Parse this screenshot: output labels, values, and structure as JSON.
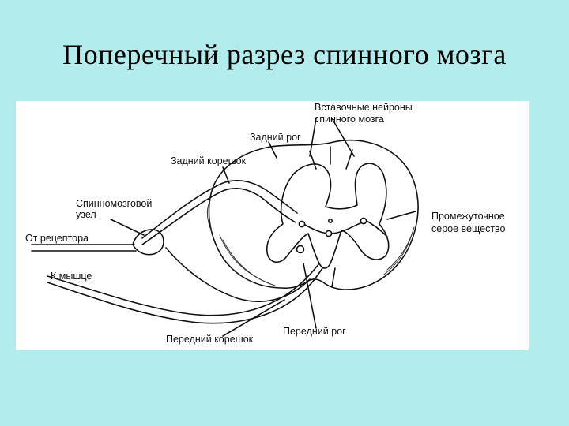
{
  "slide": {
    "title": "Поперечный разрез спинного мозга"
  },
  "diagram": {
    "labels": {
      "interneurons_line1": "Вставочные нейроны",
      "interneurons_line2": "спинного мозга",
      "dorsal_horn": "Задний рог",
      "dorsal_root": "Задний корешок",
      "spinal_ganglion_line1": "Спинномозговой",
      "spinal_ganglion_line2": "узел",
      "from_receptor": "От рецептора",
      "to_muscle": "К мышце",
      "ventral_root": "Передний корешок",
      "ventral_horn": "Передний рог",
      "intermediate_line1": "Промежуточное",
      "intermediate_line2": "серое вещество"
    }
  }
}
